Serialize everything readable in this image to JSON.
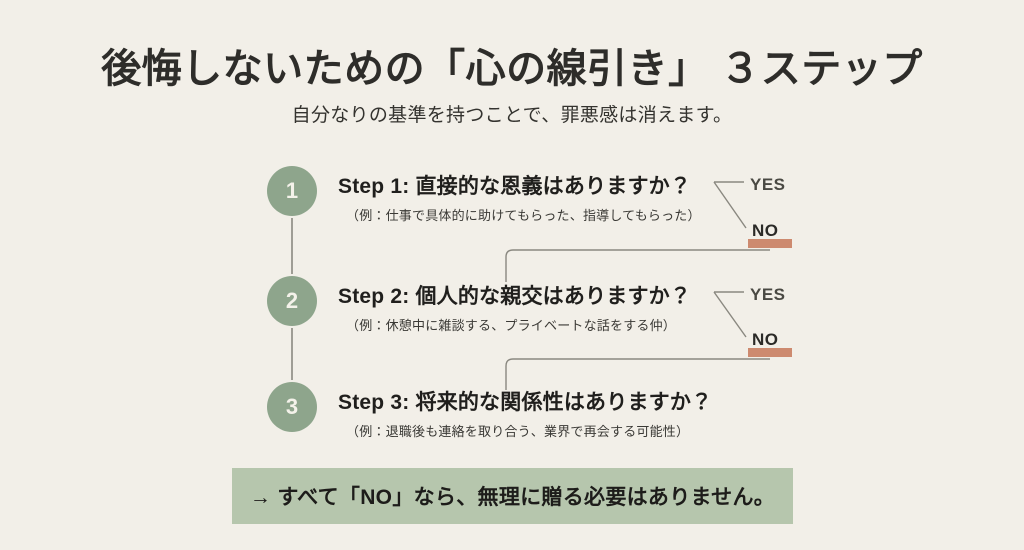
{
  "header": {
    "title": "後悔しないための「心の線引き」 ３ステップ",
    "subtitle": "自分なりの基準を持つことで、罪悪感は消えます。"
  },
  "steps": [
    {
      "number": "1",
      "heading": "Step 1: 直接的な恩義はありますか？",
      "example": "（例：仕事で具体的に助けてもらった、指導してもらった）",
      "yes_label": "YES",
      "no_label": "NO"
    },
    {
      "number": "2",
      "heading": "Step 2: 個人的な親交はありますか？",
      "example": "（例：休憩中に雑談する、プライベートな話をする仲）",
      "yes_label": "YES",
      "no_label": "NO"
    },
    {
      "number": "3",
      "heading": "Step 3: 将来的な関係性はありますか？",
      "example": "（例：退職後も連絡を取り合う、業界で再会する可能性）"
    }
  ],
  "conclusion": {
    "text": "→ すべて「NO」なら、無理に贈る必要はありません。"
  },
  "colors": {
    "background": "#f2efe8",
    "circle_green": "#8ea58c",
    "banner_green": "#b6c6ad",
    "no_highlight": "#cd8a6f",
    "connector_line": "#8a8880",
    "title_text": "#2e2d2a"
  }
}
